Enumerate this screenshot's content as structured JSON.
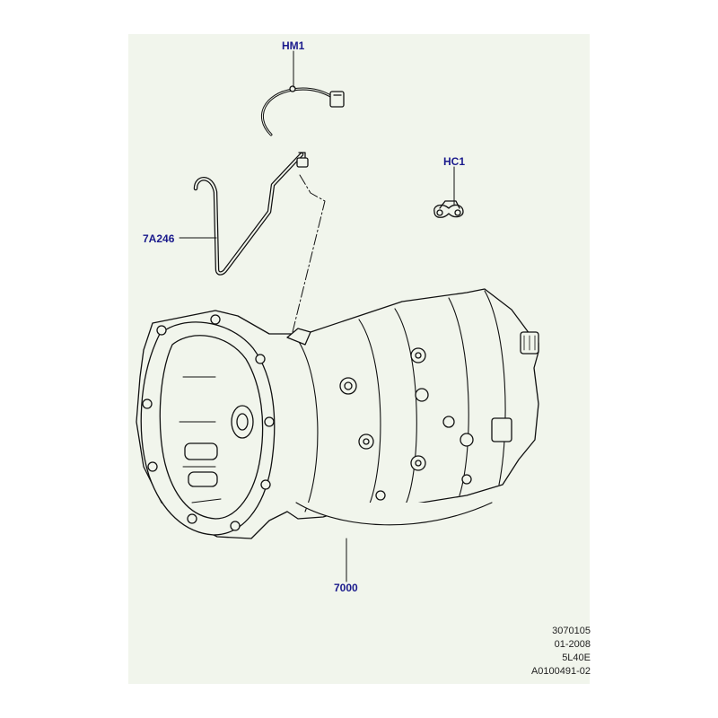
{
  "callouts": {
    "hm1": "HM1",
    "hc1": "HC1",
    "7a246": "7A246",
    "7000": "7000"
  },
  "meta": {
    "ref": "3070105",
    "date": "01-2008",
    "model": "5L40E",
    "illustration_id": "A0100491-02"
  },
  "colors": {
    "background": "#f1f5ec",
    "callout_text": "#1a1a8c",
    "line": "#111111"
  }
}
